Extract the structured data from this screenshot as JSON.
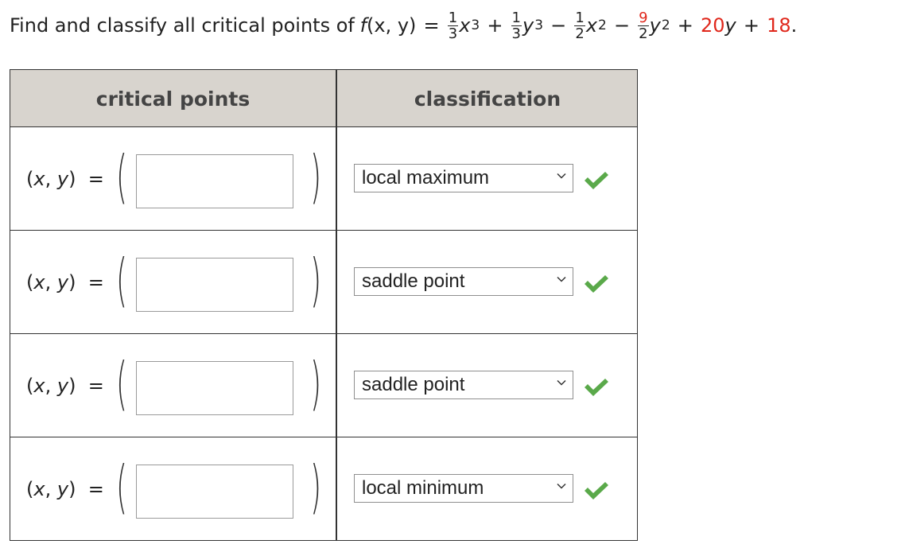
{
  "question": {
    "prefix": "Find and classify all critical points of",
    "f": "f",
    "args": "(x, y)",
    "equals": "=",
    "term1": {
      "num": "1",
      "den": "3",
      "var": "x",
      "exp": "3"
    },
    "op1": "+",
    "term2": {
      "num": "1",
      "den": "3",
      "var": "y",
      "exp": "3"
    },
    "op2": "−",
    "term3": {
      "num": "1",
      "den": "2",
      "var": "x",
      "exp": "2"
    },
    "op3": "−",
    "term4": {
      "num": "9",
      "den": "2",
      "var": "y",
      "exp": "2"
    },
    "op4": "+",
    "term5_coef": "20",
    "term5_var": "y",
    "op5": "+",
    "constant": "18",
    "period": "."
  },
  "table": {
    "headers": {
      "critical_points": "critical points",
      "classification": "classification"
    },
    "rows": [
      {
        "label_open": "(",
        "x": "x",
        "comma": ",",
        "y": "y",
        "label_close": ")",
        "eq": "=",
        "value": "",
        "classification": "local maximum",
        "status": "correct"
      },
      {
        "label_open": "(",
        "x": "x",
        "comma": ",",
        "y": "y",
        "label_close": ")",
        "eq": "=",
        "value": "",
        "classification": "saddle point",
        "status": "correct"
      },
      {
        "label_open": "(",
        "x": "x",
        "comma": ",",
        "y": "y",
        "label_close": ")",
        "eq": "=",
        "value": "",
        "classification": "saddle point",
        "status": "correct"
      },
      {
        "label_open": "(",
        "x": "x",
        "comma": ",",
        "y": "y",
        "label_close": ")",
        "eq": "=",
        "value": "",
        "classification": "local minimum",
        "status": "correct"
      }
    ]
  },
  "icons": {
    "dropdown": "chevron-down-icon",
    "status": "checkmark-icon"
  },
  "colors": {
    "header_bg": "#d8d4ce",
    "highlight_red": "#e0281c",
    "check_green": "#5aa94a"
  }
}
